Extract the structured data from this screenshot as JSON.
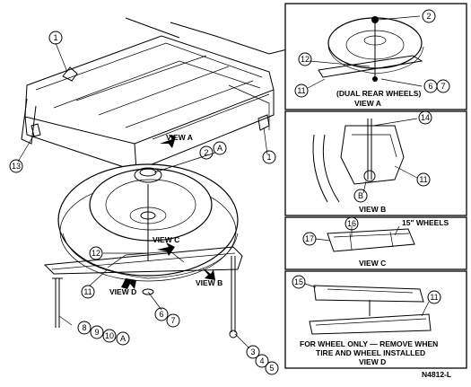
{
  "callouts": [
    "1",
    "2",
    "A",
    "12",
    "6",
    "7",
    "11",
    "13",
    "8",
    "9",
    "10",
    "3",
    "4",
    "5",
    "14",
    "B",
    "16",
    "17",
    "15"
  ],
  "labels": {
    "view_a": "VIEW A",
    "view_b": "VIEW B",
    "view_c": "VIEW C",
    "view_d": "VIEW D",
    "panel_a_caption": "(DUAL REAR WHEELS)",
    "panel_a_view": "VIEW A",
    "panel_b_view": "VIEW B",
    "panel_c_note": "15\" WHEELS",
    "panel_c_view": "VIEW C",
    "panel_d_note_1": "FOR WHEEL ONLY — REMOVE WHEN",
    "panel_d_note_2": "TIRE AND WHEEL INSTALLED",
    "panel_d_view": "VIEW D",
    "figure_id": "N4812-L"
  }
}
